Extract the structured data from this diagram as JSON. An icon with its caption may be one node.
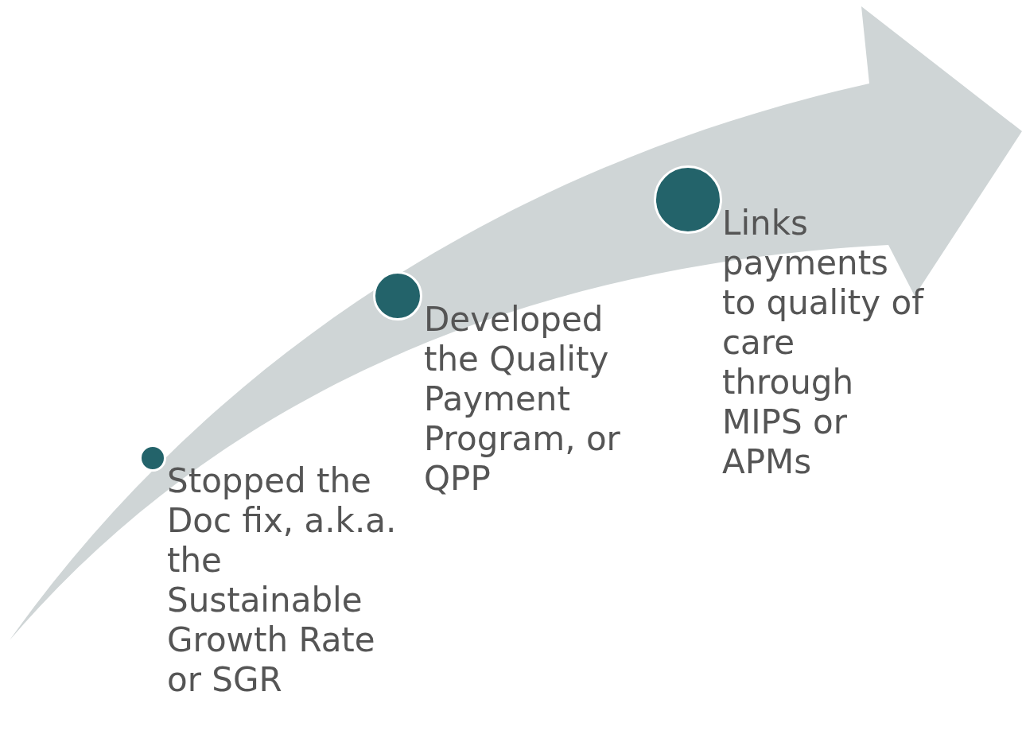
{
  "diagram": {
    "nodes": [
      {
        "text": [],
        "shape": "circle",
        "beside": [
          "Stopped the Doc fix, a.k.a. the Sustainable Growth Rate or SGR"
        ]
      },
      {
        "text": [],
        "shape": "circle",
        "beside": [
          "Developed the Quality Payment Program, or QPP"
        ]
      },
      {
        "text": [],
        "shape": "circle",
        "beside": [
          "Links payments to quality of care through MIPS or APMs"
        ]
      }
    ],
    "edges": []
  }
}
